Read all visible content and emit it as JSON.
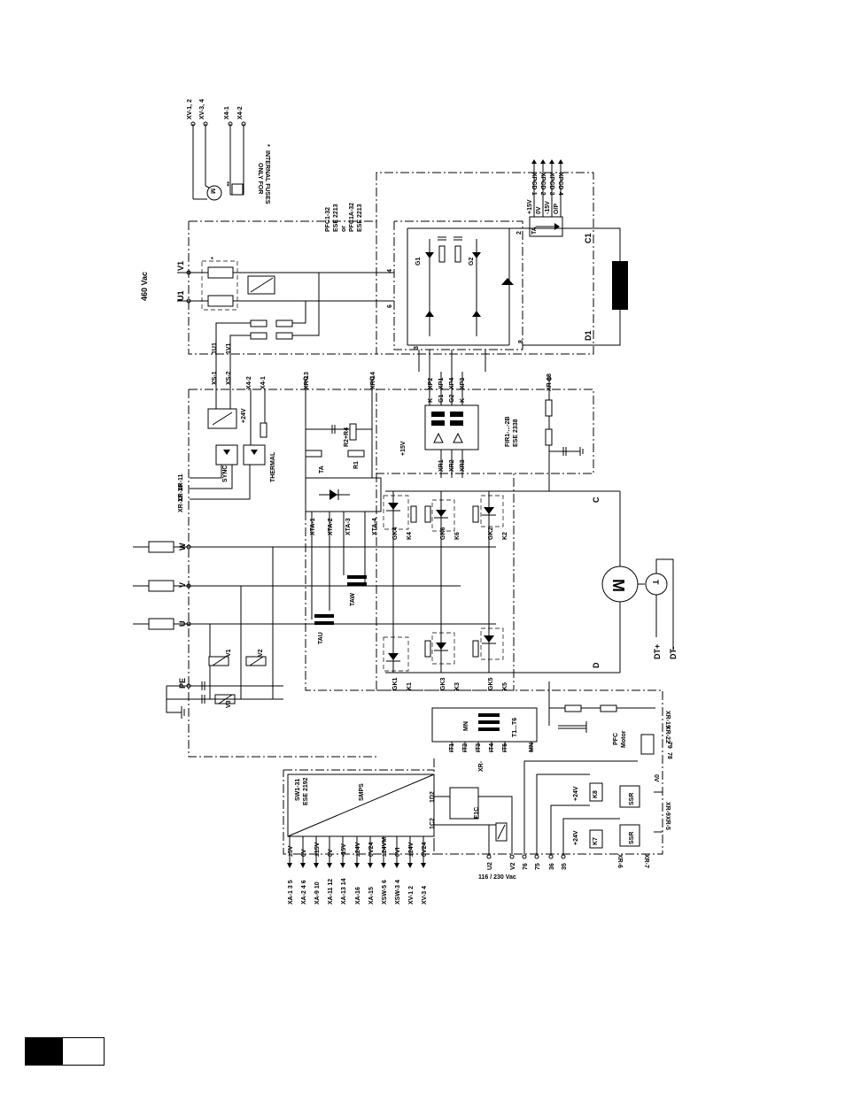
{
  "xv_terminals": [
    "XV-1, 2",
    "XV-3, 4",
    "X4-1",
    "X4-2"
  ],
  "fuse_note": [
    "INTERNAL FUSES",
    "ONLY FOR"
  ],
  "star_marks": [
    "*",
    "**"
  ],
  "supply_460": "460 Vac",
  "phase_in": [
    "U1",
    "V1"
  ],
  "pfc_text": [
    "PFC1-32",
    "ESE 2213",
    "or",
    "PFC1A-32",
    "ESE 2213"
  ],
  "bridge_nodes": [
    "4",
    "6",
    "3",
    "8",
    "2"
  ],
  "bridge_gates": [
    "G1",
    "G2"
  ],
  "ta_text": "TA",
  "ta_pins": [
    "+15V",
    "0V",
    "-15V",
    "O/P"
  ],
  "xpcd": [
    "XPCD-1",
    "XPCD-2",
    "XPCD-3",
    "XPCD-4"
  ],
  "c1_label": "C1",
  "d1_label": "D1",
  "xs_terminals": [
    "XS-1",
    "XS-2",
    "1U1",
    "1V1"
  ],
  "x4_right": [
    "X4-2",
    "X4-1"
  ],
  "xr_top": [
    "XR-13",
    "XR-14"
  ],
  "xp_labels": [
    "XP2",
    "XP1",
    "XP4",
    "XP3"
  ],
  "gk_labels": [
    "K",
    "G1",
    "G2",
    "K"
  ],
  "xr_bottom_small": [
    "XR1",
    "XR2",
    "XR3"
  ],
  "plus15": "+15V",
  "fir_text": [
    "FIR1-...-2B",
    "ESE 2338"
  ],
  "xr18": "XR-18",
  "r2_r4": "R2+R4",
  "ta_r1": [
    "TA",
    "R1"
  ],
  "sync_text": "SYNC",
  "thermal_text": "THERMAL",
  "plus24": "+24V",
  "xr_left": [
    "XR-11",
    "XR-10",
    "XR-12"
  ],
  "xta": [
    "XTA-1",
    "XTA-2",
    "XTA-3",
    "XTA-4"
  ],
  "uvw": [
    "W",
    "V",
    "U"
  ],
  "top_thyristors": [
    "GK4",
    "K4",
    "GK6",
    "K6",
    "GK2",
    "K2"
  ],
  "bot_thyristors": [
    "GK1",
    "K1",
    "GK3",
    "K3",
    "GK5",
    "K5"
  ],
  "taw": "TAW",
  "tau": "TAU",
  "c_label": "C",
  "d_label": "D",
  "motor": "M",
  "tacho": "T",
  "dt": [
    "DT+",
    "DT-"
  ],
  "pe": "PE",
  "varistors": [
    "V1",
    "V2",
    "V3"
  ],
  "mn": "MN",
  "t1t6": "T1...T6",
  "it_pins": [
    "IT1",
    "IT2",
    "IT3",
    "IT4",
    "IT5",
    "MN"
  ],
  "xr_label": "XR-",
  "xr19_22": [
    "XR-19",
    "XR-22"
  ],
  "pfc_motor": [
    "PFC",
    "Motor"
  ],
  "pins_78_79": [
    "79",
    "78"
  ],
  "x0": "0V",
  "plus24_a": "+24V",
  "plus24_b": "+24V",
  "k8": "K8",
  "k7": "K7",
  "ssr": [
    "SSR",
    "SSR"
  ],
  "xr_relay": [
    "XR-9",
    "XR-5"
  ],
  "xr_relay_bottom": [
    "XR-6",
    "XR-7"
  ],
  "smps_text": [
    "SW1-31",
    "ESE 2192",
    "SMPS"
  ],
  "smps_out": [
    "±5V",
    "0V",
    "±15V",
    "0V",
    "-15V",
    "±24V",
    "0V24",
    "±24VM",
    "0VI",
    "±24V",
    "0V24"
  ],
  "xa_pins": [
    "XA-1 3 5",
    "XA-2 4 6",
    "XA-9 10",
    "XA-11 12",
    "XA-13 14",
    "XA-16",
    "XA-15",
    "XSW-5 6",
    "XSW-3 4",
    "XV-1 2",
    "XV-3 4"
  ],
  "f1c": "F1C",
  "conn_1d2_1c2": [
    "1D2",
    "1C2"
  ],
  "bottom_terms": [
    "U2",
    "V2",
    "76",
    "75",
    "36",
    "35"
  ],
  "supply_116": "116 / 230 Vac"
}
